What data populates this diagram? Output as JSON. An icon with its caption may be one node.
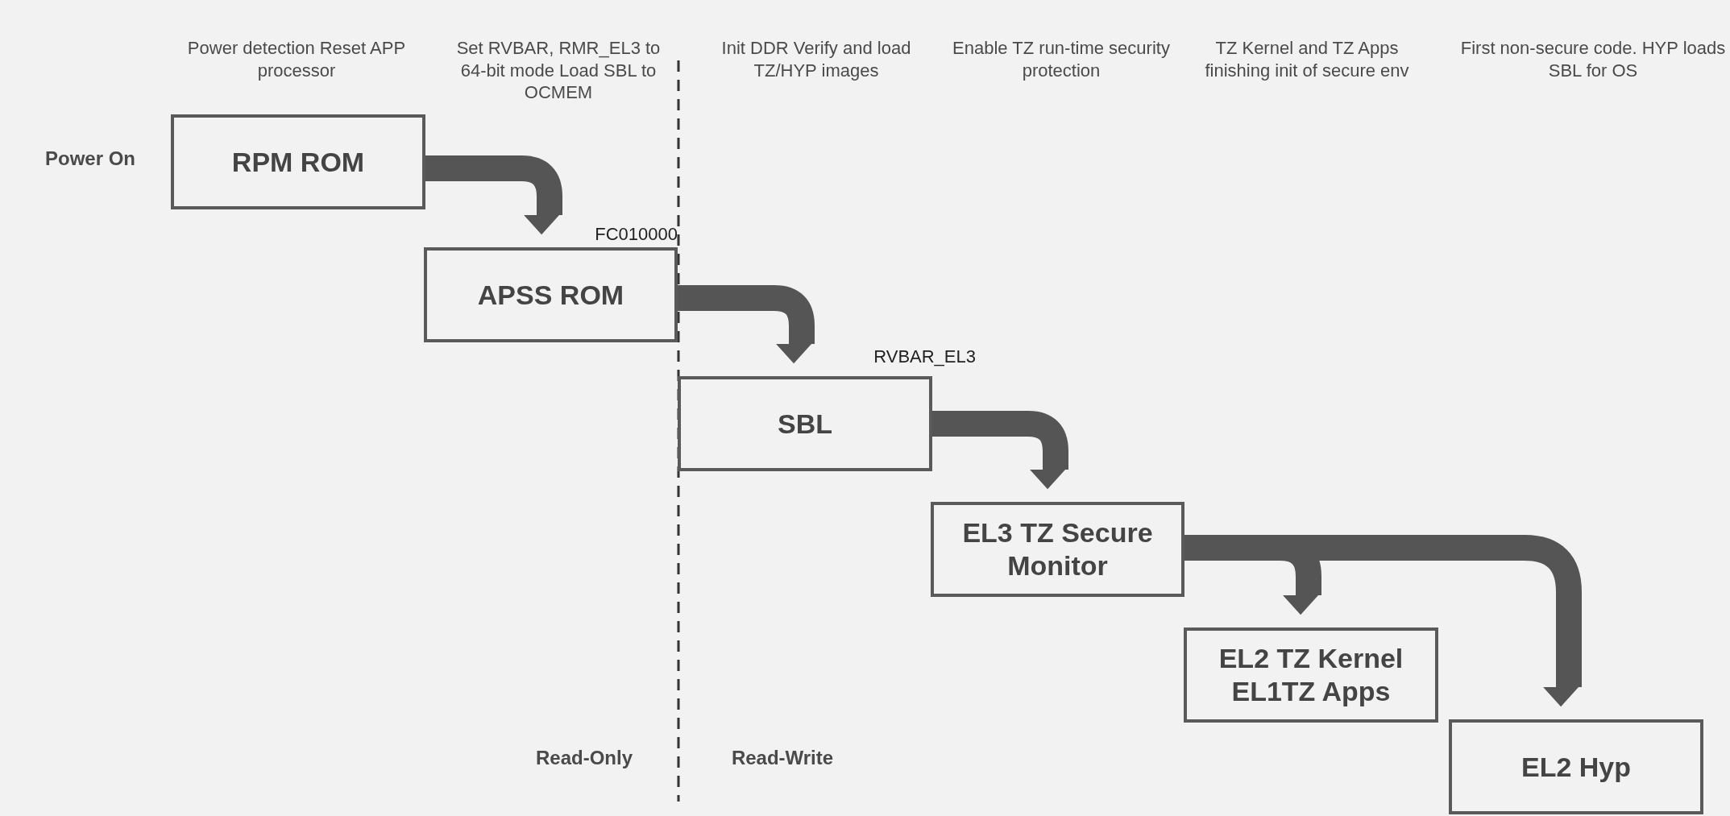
{
  "diagram": {
    "nodes": [
      {
        "text": [
          "RPM ROM"
        ]
      },
      {
        "text": [
          "APSS ROM"
        ]
      },
      {
        "text": [
          "SBL"
        ]
      },
      {
        "text": [
          "EL3 TZ Secure Monitor"
        ]
      },
      {
        "text": [
          "EL2 TZ Kernel EL1TZ Apps"
        ]
      },
      {
        "text": [
          "EL2 Hyp"
        ]
      }
    ],
    "edges": [
      {
        "from": 0,
        "to": 1,
        "arrow": "to"
      },
      {
        "from": 1,
        "to": 2,
        "arrow": "to"
      },
      {
        "from": 2,
        "to": 3,
        "arrow": "to"
      },
      {
        "from": 3,
        "to": 4,
        "arrow": "to"
      },
      {
        "from": 3,
        "to": 5,
        "arrow": "to"
      }
    ],
    "labels": [
      "Power detection Reset APP processor",
      "Set RVBAR, RMR_EL3 to 64-bit mode Load SBL to OCMEM",
      "Init DDR Verify and load TZ/HYP images",
      "Enable TZ run-time security protection",
      "TZ Kernel and TZ Apps finishing init of secure env",
      "First non-secure code. HYP loads SBL for OS",
      "Power On",
      "FC010000",
      "RVBAR_EL3",
      "Read-Only",
      "Read-Write"
    ]
  }
}
